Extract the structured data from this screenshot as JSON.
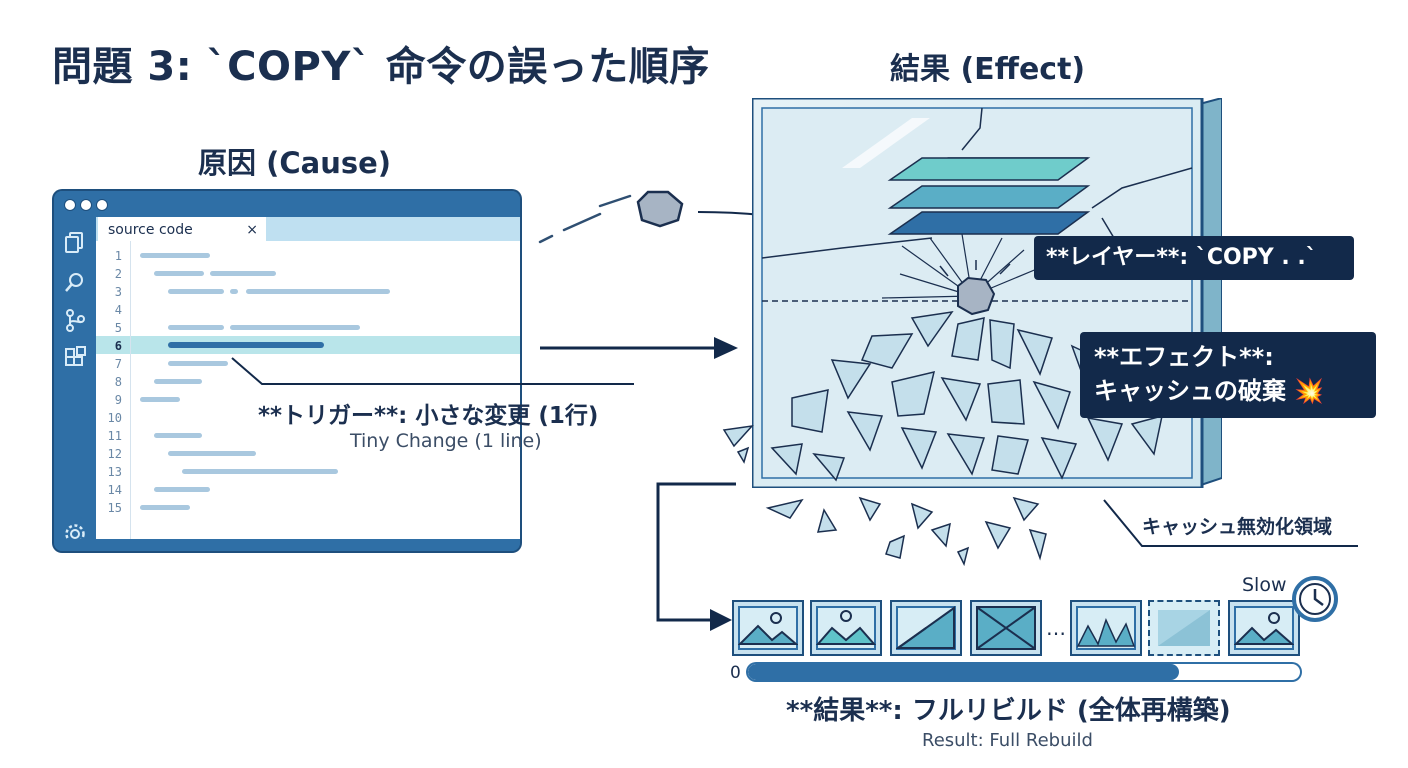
{
  "title": "問題 3: `COPY` 命令の誤った順序",
  "cause": {
    "heading": "原因 (Cause)",
    "editor": {
      "tab_label": "source code",
      "tab_close": "×",
      "line_numbers": [
        "1",
        "2",
        "3",
        "4",
        "5",
        "6",
        "7",
        "8",
        "9",
        "10",
        "11",
        "12",
        "13",
        "14",
        "15"
      ],
      "highlighted_line": "6",
      "activity_icons": [
        "files-icon",
        "search-icon",
        "source-control-icon",
        "extensions-icon",
        "settings-gear-icon"
      ]
    },
    "trigger_label": "**トリガー**: 小さな変更 (1行)",
    "trigger_sub": "Tiny Change (1 line)"
  },
  "effect": {
    "heading": "結果 (Effect)",
    "layer_callout": "**レイヤー**: `COPY . .`",
    "effect_callout_line1": "**エフェクト**:",
    "effect_callout_line2": "キャッシュの破棄 💥",
    "cache_zone_label": "キャッシュ無効化領域"
  },
  "result": {
    "slow_label": "Slow",
    "zero_label": "0",
    "progress": 0.78,
    "label": "**結果**: フルリビルド (全体再構築)",
    "sub": "Result: Full Rebuild"
  },
  "colors": {
    "navy": "#12294a",
    "primary_blue": "#2f6fa6",
    "teal": "#5fc3c9",
    "glass": "#dcecf3",
    "highlight": "#b9e5ea"
  }
}
